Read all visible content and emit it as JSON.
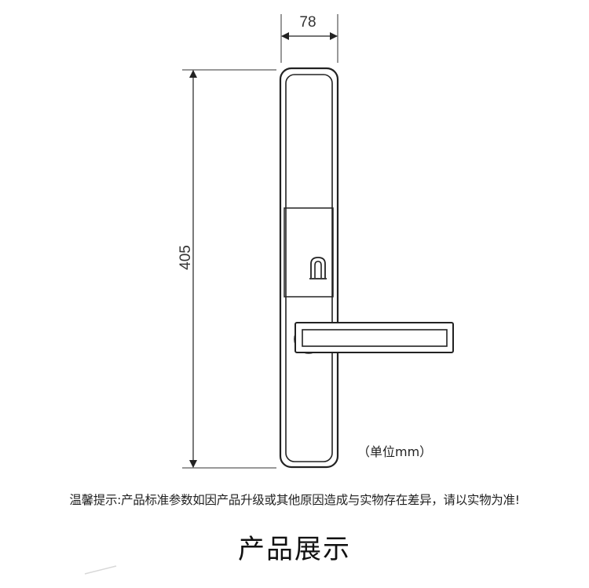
{
  "diagram": {
    "width_label": "78",
    "height_label": "405",
    "unit_note": "（单位mm）"
  },
  "notice": "温馨提示:产品标准参数如因产品升级或其他原因造成与实物存在差异，请以实物为准!",
  "section_title": "产品展示"
}
